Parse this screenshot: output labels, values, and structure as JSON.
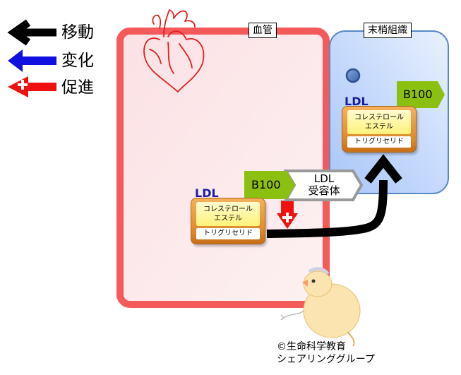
{
  "legend": {
    "move_label": "移動",
    "change_label": "変化",
    "promote_label": "促進"
  },
  "vessel": {
    "label": "血管"
  },
  "tissue": {
    "label": "末梢組織"
  },
  "ldl_vessel": {
    "title": "LDL",
    "cholesterol": [
      "コレステロール",
      "エステル"
    ],
    "triglyceride": "トリグリセリド",
    "apoprotein": "B100"
  },
  "ldl_tissue": {
    "title": "LDL",
    "cholesterol": [
      "コレステロール",
      "エステル"
    ],
    "triglyceride": "トリグリセリド",
    "apoprotein": "B100"
  },
  "receptor": {
    "line1": "LDL",
    "line2": "受容体"
  },
  "credit": {
    "line1": "©生命科学教育",
    "line2": "シェアリンググループ"
  },
  "colors": {
    "vessel_border": "#f55a5a",
    "vessel_fill": "#fde8ea",
    "tissue_border": "#5a88c8",
    "tissue_fill": "#c9dcfb",
    "move_arrow": "#000000",
    "change_arrow": "#1010e0",
    "promote_arrow": "#f01010",
    "apoprotein": "#8cc010",
    "ldl_title": "#1a1aa8"
  }
}
